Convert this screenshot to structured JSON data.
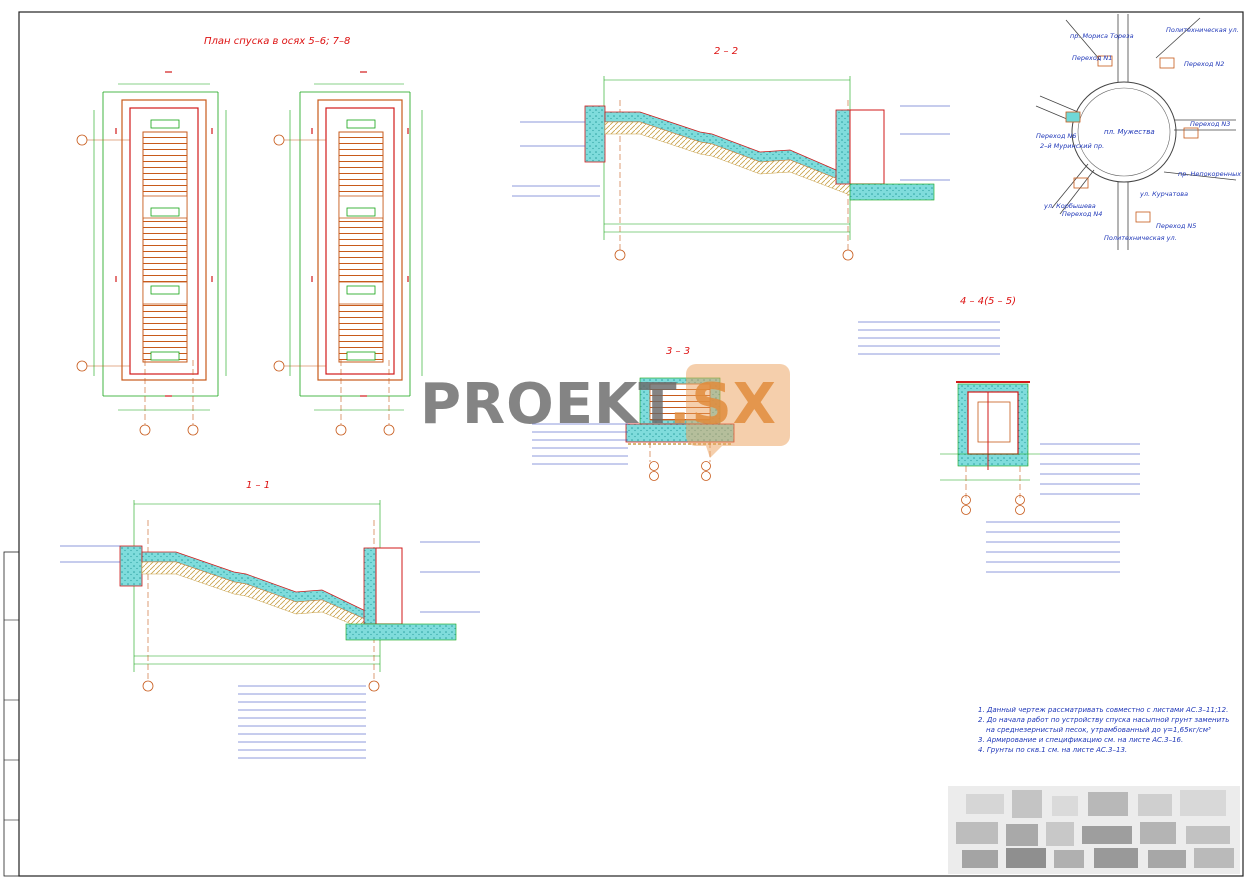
{
  "drawing": {
    "plan_title": "План спуска в осях 5–6; 7–8",
    "section_22": "2 – 2",
    "section_11": "1 – 1",
    "section_33": "3 – 3",
    "section_44": "4 – 4(5 – 5)"
  },
  "watermark": {
    "text_a": "PROEKT",
    "text_b": ".SX"
  },
  "notes": [
    "1. Данный чертеж рассматривать совместно с листами АС.3–11;12.",
    "2. До начала работ по устройству спуска насыпной грунт заменить",
    "на среднезернистый песок, утрамбованный до γ=1,65кг/см³",
    "3. Армирование и спецификацию см. на листе АС.3–16.",
    "4. Грунты по скв.1 см. на листе АС.3–13."
  ],
  "map": {
    "labels": [
      "пр. Мориса Тореза",
      "Политехническая ул.",
      "Переход N1",
      "Переход N2",
      "Переход N3",
      "пл. Мужества",
      "Переход N6",
      "2–й Муринский пр.",
      "пр. Непокоренных",
      "ул. Курчатова",
      "ул. Корбышева",
      "Переход N4",
      "Переход N5",
      "Политехническая ул."
    ]
  },
  "colors": {
    "outline": "#d11a1a",
    "dims": "#13a313",
    "concrete": "#6fd8d8",
    "hatch": "#c8a046",
    "text": "#1f37b8"
  }
}
